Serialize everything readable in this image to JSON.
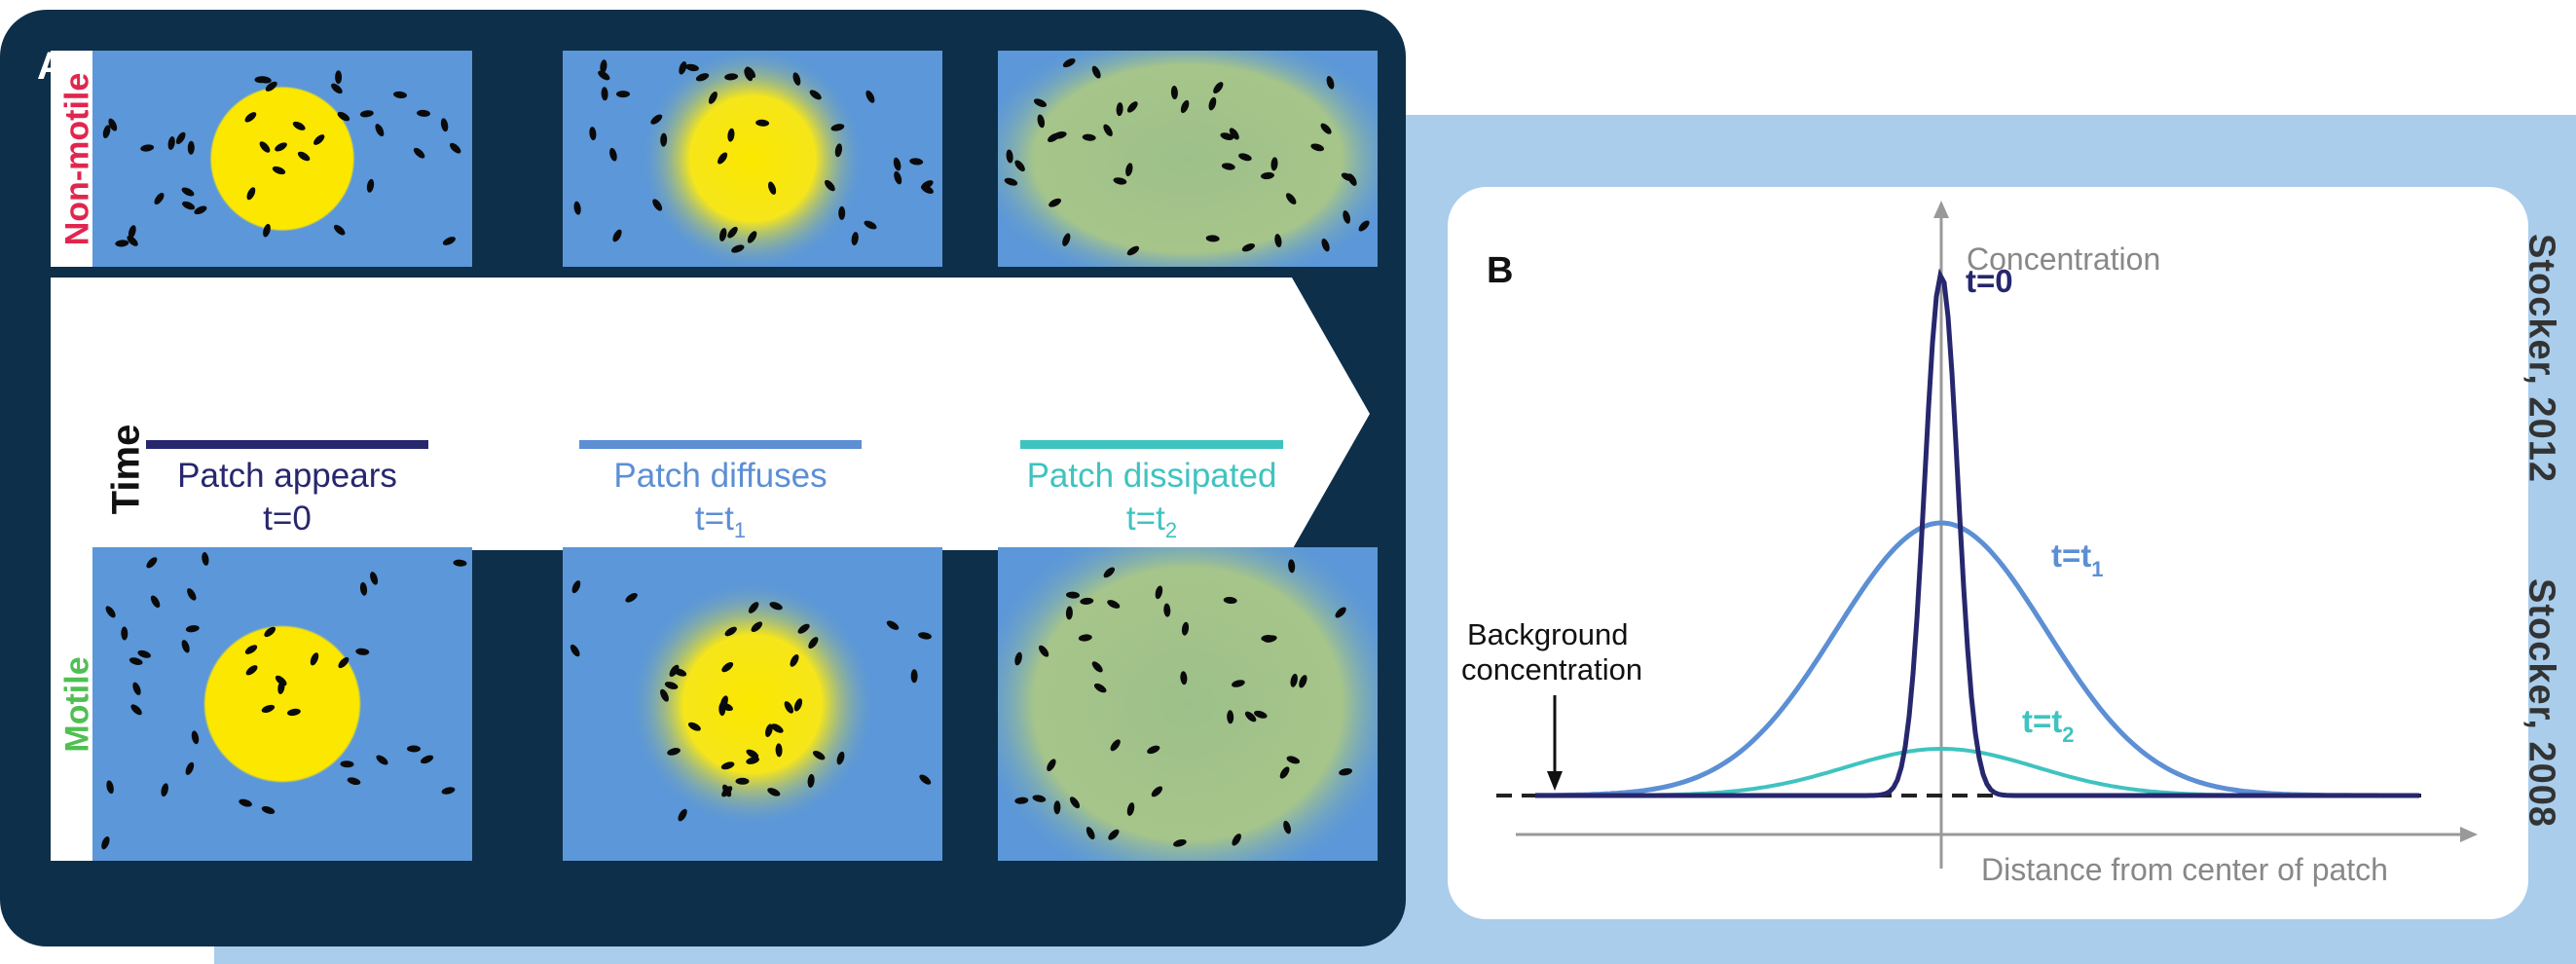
{
  "panel_a": {
    "label": "A",
    "rows": [
      "Non-motile",
      "Motile"
    ],
    "time_label": "Time",
    "stages": [
      {
        "title": "Patch appears",
        "time": "t=0"
      },
      {
        "title": "Patch diffuses",
        "time": "t=t",
        "sub": "1"
      },
      {
        "title": "Patch dissipated",
        "time": "t=t",
        "sub": "2"
      }
    ]
  },
  "panel_b": {
    "label": "B",
    "y_axis_label": "Concentration",
    "x_axis_label": "Distance from center of patch",
    "background_label_line1": "Background",
    "background_label_line2": "concentration",
    "curves": [
      {
        "label": "t=0",
        "sub": ""
      },
      {
        "label": "t=t",
        "sub": "1"
      },
      {
        "label": "t=t",
        "sub": "2"
      }
    ]
  },
  "credits": [
    "Stocker, 2012",
    "Stocker, 2008"
  ],
  "colors": {
    "dark_panel": "#0d2f4a",
    "box_blue": "#5b97d9",
    "patch_yellow": "#fbe700",
    "t0": "#27276e",
    "t1": "#5c8fd4",
    "t2": "#3fc3c0",
    "non_motile": "#e0264e",
    "motile": "#4fbf52",
    "light_band": "#a9cdeb"
  }
}
